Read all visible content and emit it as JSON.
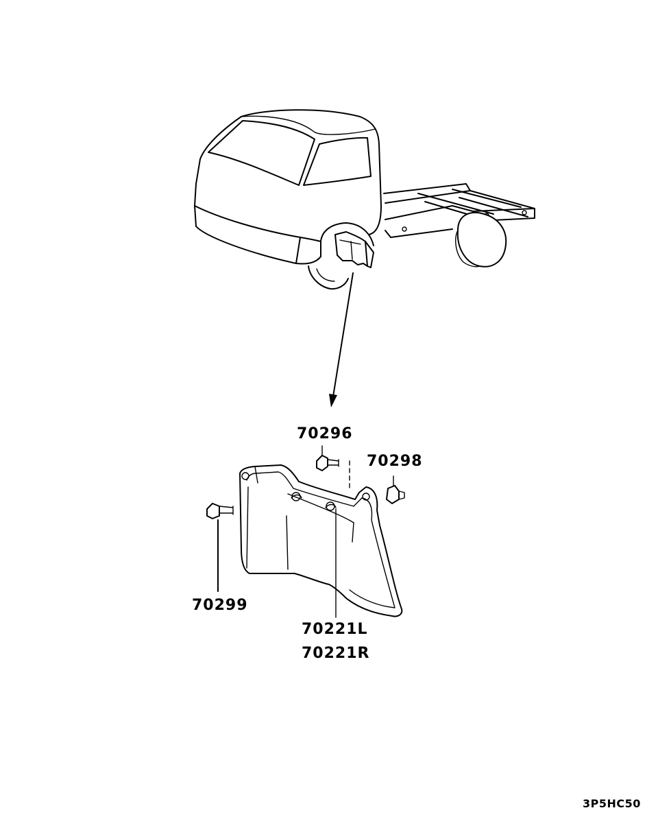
{
  "parts": {
    "p70296": "70296",
    "p70298": "70298",
    "p70299": "70299",
    "p70221l": "70221L",
    "p70221r": "70221R"
  },
  "diagram_code": "3P5HC50"
}
